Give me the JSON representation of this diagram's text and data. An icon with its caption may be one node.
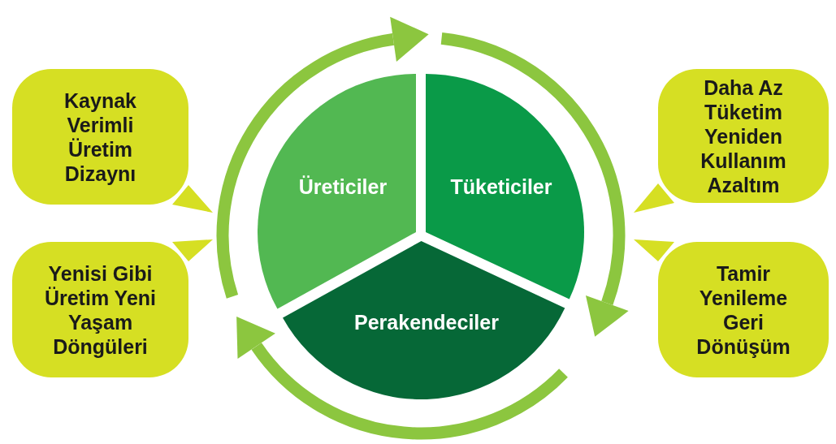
{
  "diagram": {
    "nodes": [
      {
        "text": [
          "Üreticiler"
        ]
      },
      {
        "text": [
          "Tüketiciler"
        ]
      },
      {
        "text": [
          "Perakendeciler"
        ]
      },
      {
        "text": [
          "Kaynak Verimli Üretim Dizaynı"
        ]
      },
      {
        "text": [
          "Yenisi Gibi Üretim Yeni Yaşam Döngüleri"
        ]
      },
      {
        "text": [
          "Daha Az Tüketim Yeniden Kullanım Azaltım"
        ]
      },
      {
        "text": [
          "Tamir Yenileme Geri Dönüşüm"
        ]
      }
    ]
  }
}
